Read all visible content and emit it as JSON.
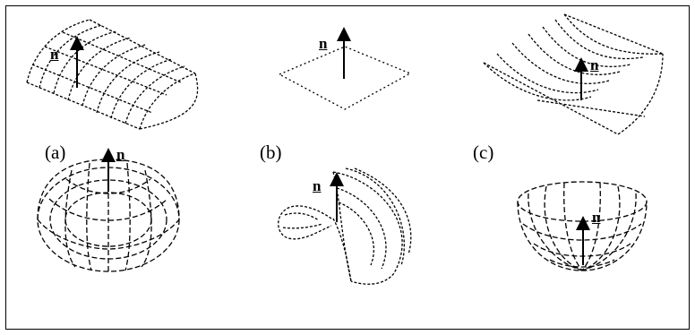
{
  "panel_labels": [
    "(a)",
    "(b)",
    "(c)"
  ],
  "normal_label": "n",
  "colors": {
    "ink": "#000000",
    "background": "#ffffff"
  }
}
